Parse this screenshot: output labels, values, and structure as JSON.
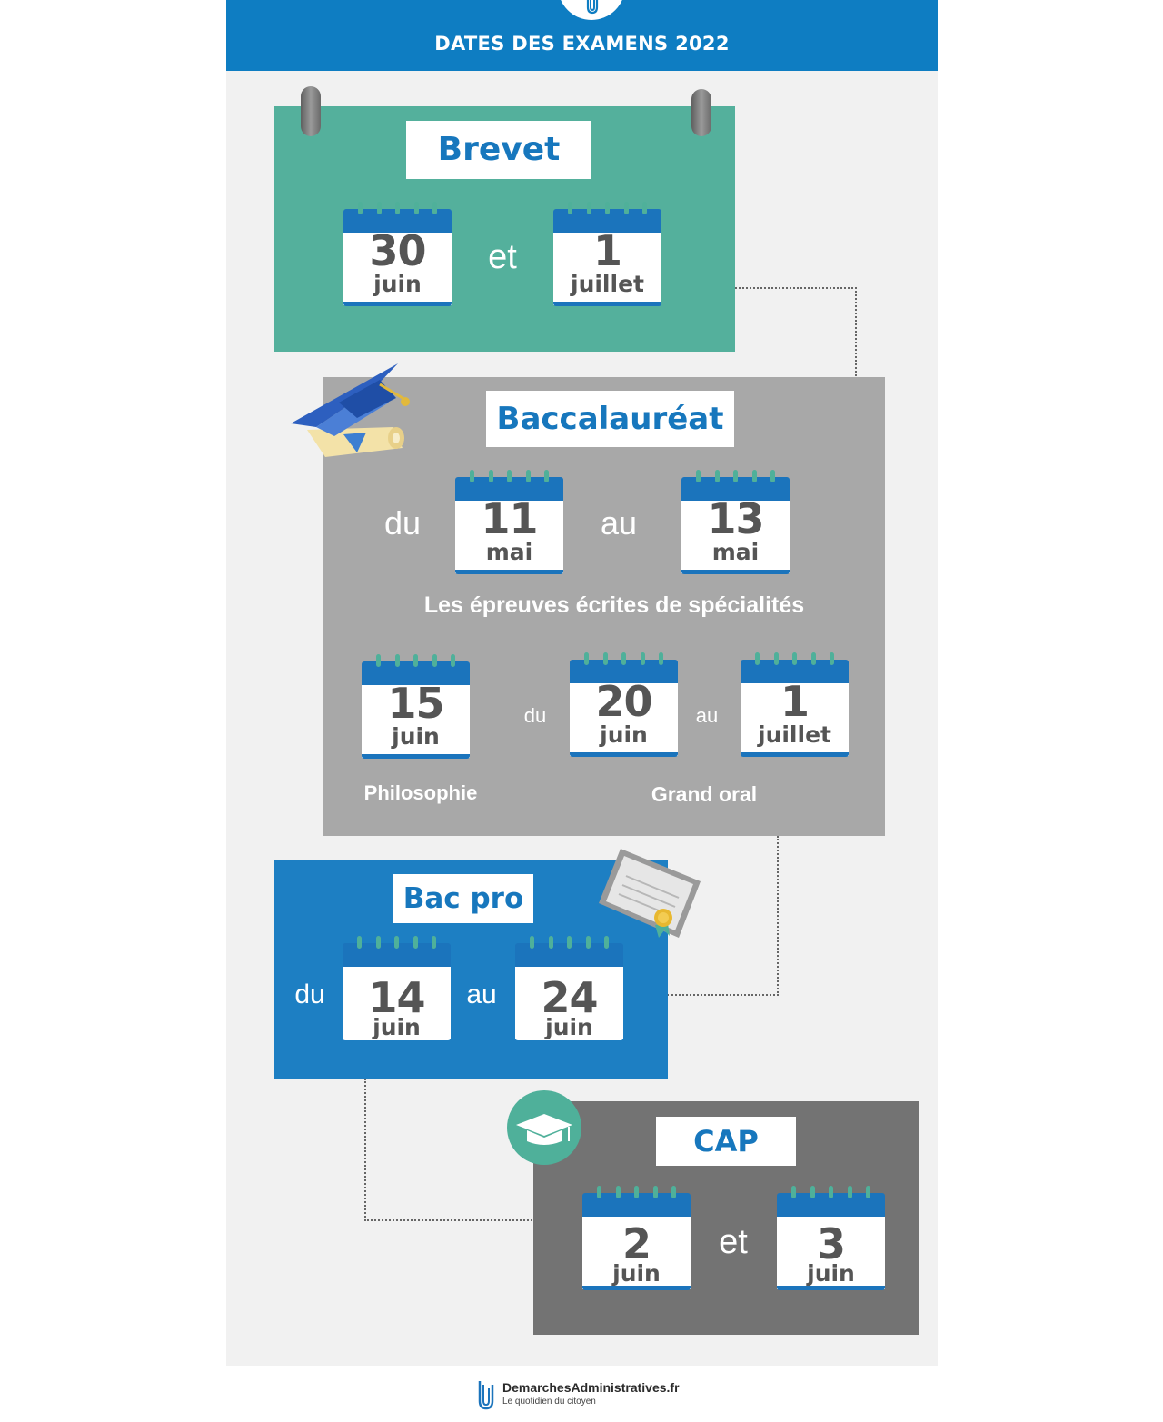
{
  "header": {
    "title": "DATES DES EXAMENS 2022"
  },
  "brevet": {
    "title": "Brevet",
    "connector": "et",
    "dates": [
      {
        "day": "30",
        "month": "juin"
      },
      {
        "day": "1",
        "month": "juillet"
      }
    ]
  },
  "bac": {
    "title": "Baccalauréat",
    "written": {
      "from_word": "du",
      "to_word": "au",
      "dates": [
        {
          "day": "11",
          "month": "mai"
        },
        {
          "day": "13",
          "month": "mai"
        }
      ],
      "caption": "Les épreuves écrites de spécialités"
    },
    "philo": {
      "date": {
        "day": "15",
        "month": "juin"
      },
      "caption": "Philosophie"
    },
    "oral": {
      "from_word": "du",
      "to_word": "au",
      "dates": [
        {
          "day": "20",
          "month": "juin"
        },
        {
          "day": "1",
          "month": "juillet"
        }
      ],
      "caption": "Grand oral"
    }
  },
  "bacpro": {
    "title": "Bac pro",
    "from_word": "du",
    "to_word": "au",
    "dates": [
      {
        "day": "14",
        "month": "juin"
      },
      {
        "day": "24",
        "month": "juin"
      }
    ]
  },
  "cap": {
    "title": "CAP",
    "connector": "et",
    "dates": [
      {
        "day": "2",
        "month": "juin"
      },
      {
        "day": "3",
        "month": "juin"
      }
    ]
  },
  "footer": {
    "brand": "DemarchesAdministratives.fr",
    "tagline": "Le quotidien du citoyen"
  },
  "colors": {
    "header_blue": "#0e7dc2",
    "brevet_green": "#54b09c",
    "bac_grey": "#a8a8a8",
    "bacpro_blue": "#1d7fc3",
    "cap_grey": "#737373",
    "title_blue": "#1777bd"
  },
  "icons": [
    "paperclip-logo-icon",
    "graduation-cap-diploma-icon",
    "certificate-icon",
    "mortarboard-badge-icon",
    "binder-clip-icon"
  ]
}
